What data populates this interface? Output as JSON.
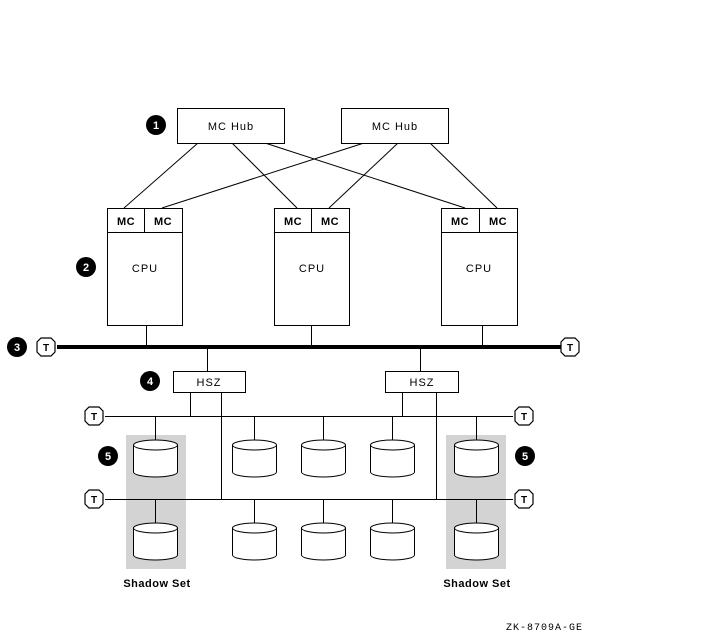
{
  "diagram": {
    "hubs": [
      {
        "label": "MC Hub"
      },
      {
        "label": "MC Hub"
      }
    ],
    "cpus": [
      {
        "label": "CPU",
        "mc_left": "MC",
        "mc_right": "MC"
      },
      {
        "label": "CPU",
        "mc_left": "MC",
        "mc_right": "MC"
      },
      {
        "label": "CPU",
        "mc_left": "MC",
        "mc_right": "MC"
      }
    ],
    "controllers": [
      {
        "label": "HSZ"
      },
      {
        "label": "HSZ"
      }
    ],
    "terminator_label": "T",
    "callouts": [
      "1",
      "2",
      "3",
      "4",
      "5"
    ],
    "shadow_sets": [
      {
        "label": "Shadow Set"
      },
      {
        "label": "Shadow Set"
      }
    ],
    "figure_id": "ZK-8709A-GE",
    "colors": {
      "line": "#000000",
      "shadow_fill": "#d3d3d3",
      "background": "#ffffff"
    }
  }
}
